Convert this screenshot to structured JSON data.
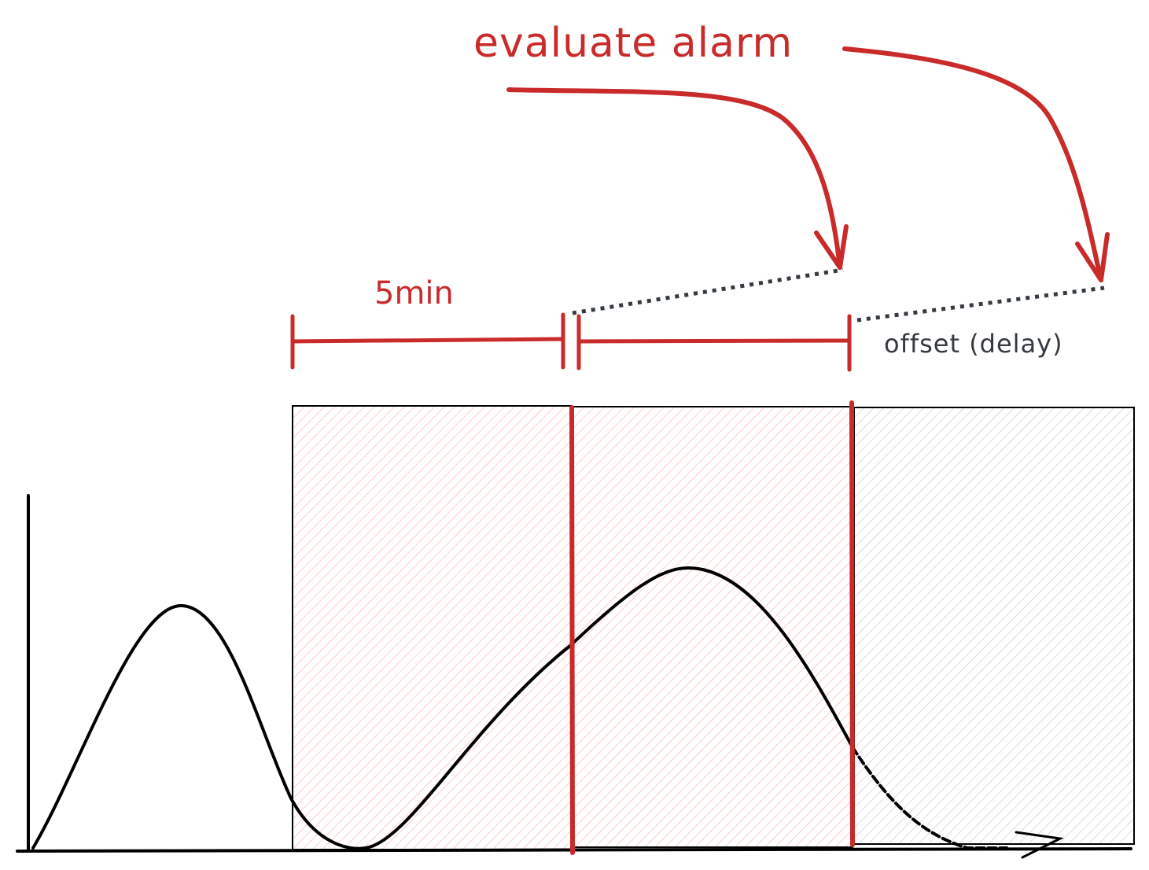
{
  "labels": {
    "evaluate": "evaluate alarm",
    "window_duration": "5min",
    "offset": "offset (delay)"
  },
  "colors": {
    "red": "#c92a2a",
    "red_hatch": "#ffb3b3",
    "gray_hatch": "#c8ccd2",
    "dark": "#000000",
    "gray_text": "#343a40",
    "dotted": "#343a40"
  }
}
